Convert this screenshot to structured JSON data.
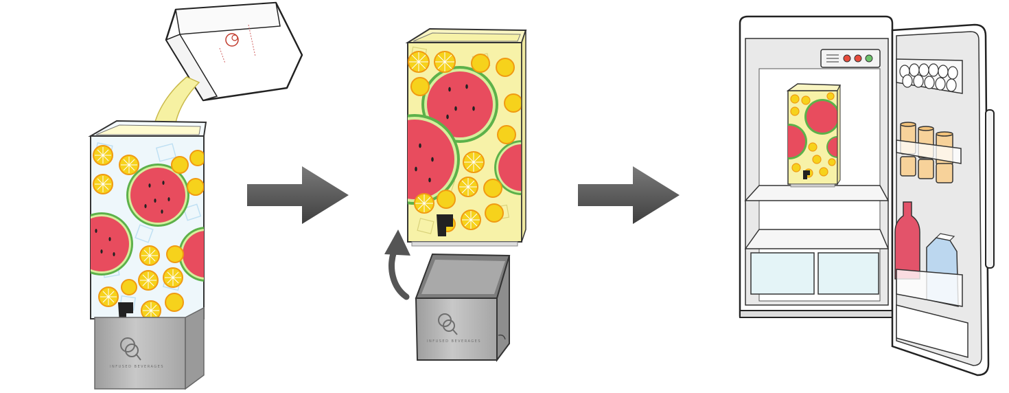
{
  "diagram": {
    "steps": [
      {
        "id": "step-1",
        "depicts": "pour-concentrate-into-dispenser"
      },
      {
        "id": "step-2",
        "depicts": "dispenser-lifted-onto-base"
      },
      {
        "id": "step-3",
        "depicts": "dispenser-in-refrigerator"
      }
    ],
    "colors": {
      "lemon_yellow": "#f6d21c",
      "lemon_rind": "#f09a12",
      "watermelon_red": "#e84c5e",
      "watermelon_rind": "#5db14a",
      "liquid": "#f7f2a8",
      "ice": "#bfe0f3",
      "arrow": "#555555",
      "base_metal": "#b3b3b3",
      "bottle_red": "#e3536a",
      "milk_blue": "#bcd7ef",
      "can_orange": "#f7d29a",
      "crisper": "#e4f4f7"
    },
    "icons": [
      "pour-carton-icon",
      "dispenser-icon",
      "arrow-right-icon",
      "curved-up-arrow-icon",
      "base-stand-icon",
      "fridge-icon",
      "spigot-icon",
      "logo-icon"
    ]
  }
}
